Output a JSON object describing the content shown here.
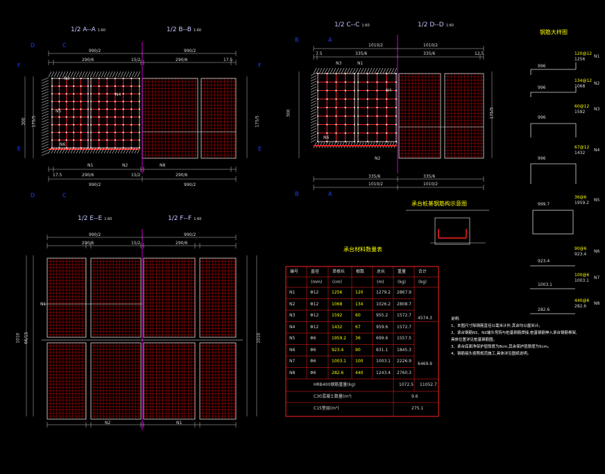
{
  "titles": {
    "aa": "1/2 A--A",
    "bb": "1/2 B--B",
    "cc": "1/2 C--C",
    "dd": "1/2 D--D",
    "ee": "1/2 E--E",
    "ff": "1/2 F--F",
    "scale": "1:60",
    "detail": "钢筋大样图",
    "pile_cap": "承台桩基钢筋构示意图",
    "table": "承台材料数量表"
  },
  "section_marks": {
    "d": "D",
    "c": "C",
    "f": "F",
    "e": "E",
    "b": "B",
    "a": "A"
  },
  "dimensions": {
    "half_width": "990/2",
    "c1": "290/6",
    "c2": "15/2",
    "c3": "290/6",
    "e1": "17.5",
    "b1": "1010/2",
    "b2": "7.5",
    "b3": "335/6",
    "b4": "12.5",
    "height": "300",
    "side_h": "175/5",
    "thk": "175/5",
    "long": "1010",
    "long2": "66/15"
  },
  "rebar_labels": {
    "n1": "N1",
    "n2": "N2",
    "n3": "N3",
    "n4": "N4",
    "n5": "N5",
    "n6": "N6",
    "n7": "N7",
    "n8": "N8"
  },
  "details": [
    {
      "id": "N1",
      "len": "996",
      "total": "1256",
      "sub": "120@12"
    },
    {
      "id": "N2",
      "len": "996",
      "total": "1068",
      "sub": "134@12"
    },
    {
      "id": "N3",
      "len": "996",
      "total": "1592",
      "sub": "60@12"
    },
    {
      "id": "N4",
      "len": "996",
      "total": "1432",
      "sub": "67@12"
    },
    {
      "id": "N5",
      "len": "999.7",
      "total": "1959.2",
      "sub": "36@6"
    },
    {
      "id": "N6",
      "len": "923.4",
      "total": "923.4",
      "sub": "90@6"
    },
    {
      "id": "N7",
      "len": "1003.1",
      "total": "1003.1",
      "sub": "100@6"
    },
    {
      "id": "N8",
      "len": "282.6",
      "total": "282.6",
      "sub": "440@6"
    }
  ],
  "table": {
    "headers": [
      "编号",
      "直径",
      "单根长",
      "根数",
      "总长",
      "重量",
      "合计"
    ],
    "units": [
      "",
      "(mm)",
      "(cm)",
      "",
      "(m)",
      "(kg)",
      "(kg)"
    ],
    "rows": [
      [
        "N1",
        "Φ12",
        "1256",
        "120",
        "1279.2",
        "2867.9",
        ""
      ],
      [
        "N2",
        "Φ12",
        "1068",
        "134",
        "1026.2",
        "2808.7",
        ""
      ],
      [
        "N3",
        "Φ12",
        "1592",
        "60",
        "955.2",
        "1572.7",
        "4574.3"
      ],
      [
        "N4",
        "Φ12",
        "1432",
        "67",
        "959.6",
        "1572.7",
        ""
      ],
      [
        "N5",
        "Φ6",
        "1959.2",
        "36",
        "699.6",
        "1557.5",
        ""
      ],
      [
        "N6",
        "Φ6",
        "923.4",
        "90",
        "831.1",
        "1845.3",
        ""
      ],
      [
        "N7",
        "Φ6",
        "1003.1",
        "100",
        "1003.1",
        "2226.9",
        "6469.9"
      ],
      [
        "N8",
        "Φ6",
        "282.6",
        "440",
        "1243.4",
        "2760.3",
        ""
      ]
    ],
    "sum1_label": "HRB400钢筋重量(kg)",
    "sum1_a": "1072.5",
    "sum1_b": "11052.7",
    "sum2_label": "C30混凝土数量(m³)",
    "sum2_val": "9.6",
    "sum3_label": "C15垫层(m³)",
    "sum3_val": "275.1"
  },
  "notes": [
    "说明:",
    "1、本图尺寸除钢筋直径以毫米计外,其余均以厘米计。",
    "2、承台钢筋N1、N2端头弯钩与桩基钢筋焊接,桩基钢筋伸入承台钢筋骨架,",
    "   具体位置详见桩基钢筋图。",
    "3、承台底面净保护层厚度为8cm,其余保护层厚度为5cm。",
    "4、钢筋接头按照规范施工,具体详见图纸说明。"
  ],
  "colors": {
    "rebar": "#ff2020",
    "mesh": "#c80000",
    "dim": "#c8c8c8",
    "axis": "#ff00ff",
    "title": "#c8c8ff",
    "accent": "#ffff00"
  }
}
